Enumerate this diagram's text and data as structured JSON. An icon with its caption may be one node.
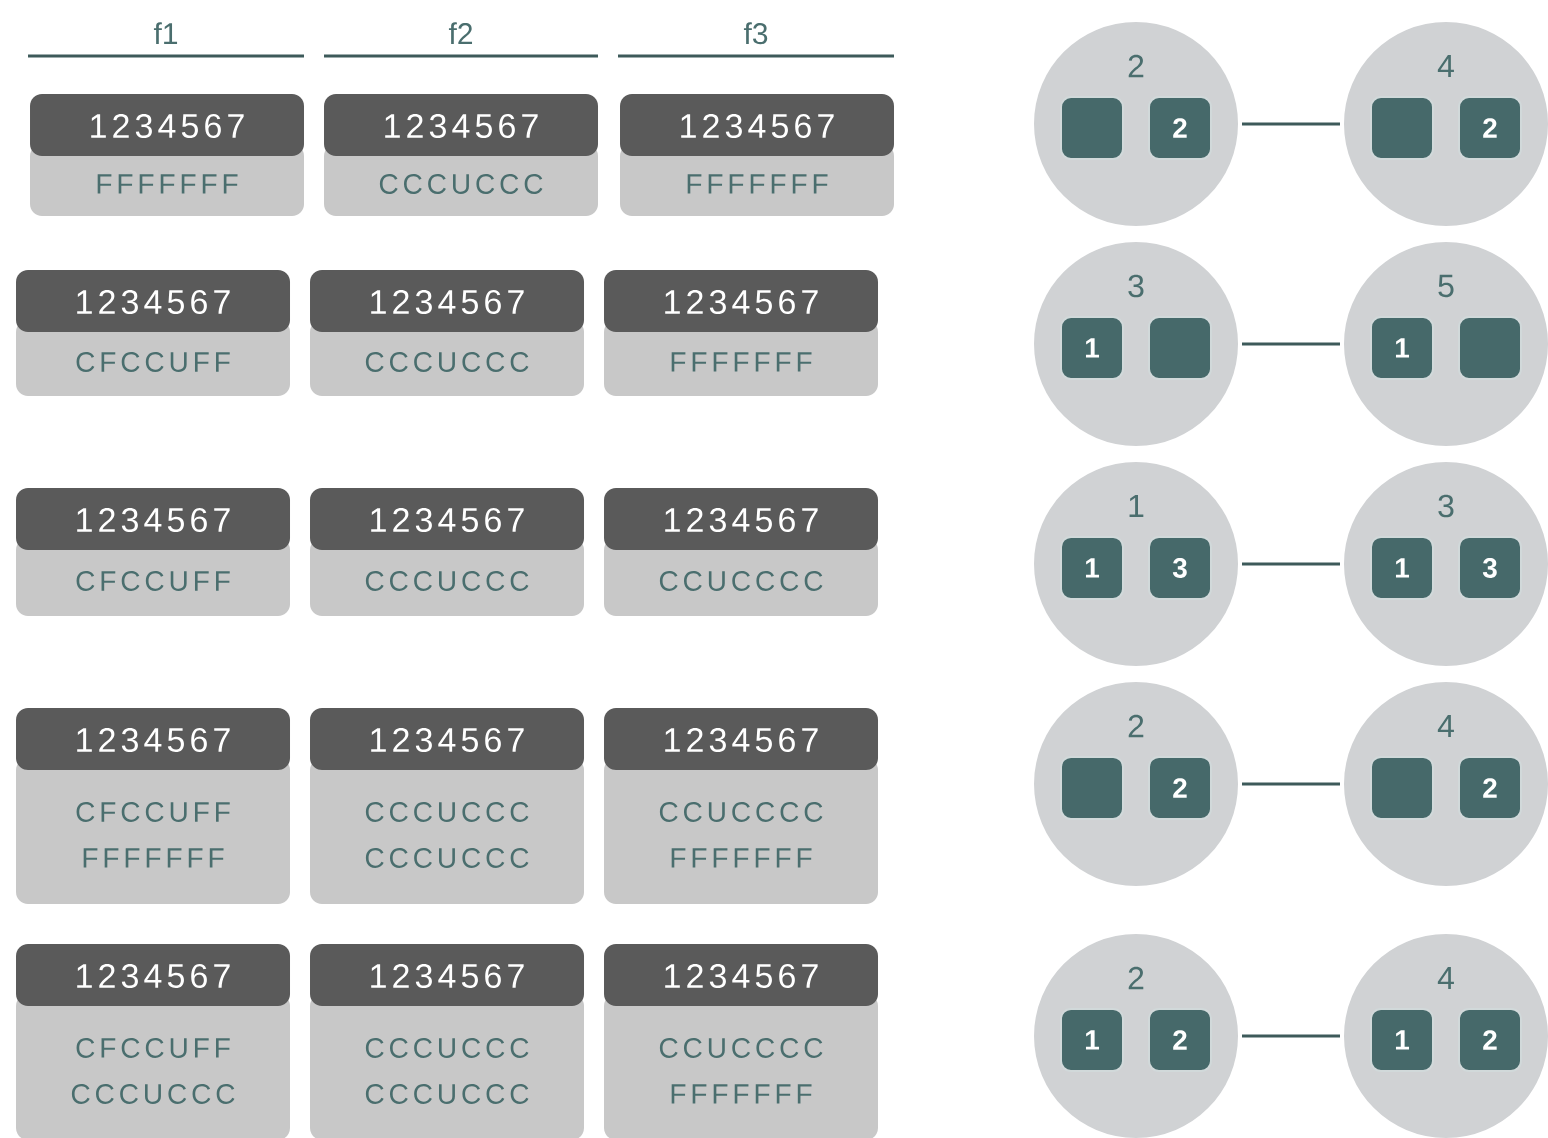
{
  "diagram": {
    "nodes": [
      {
        "text": [
          "1234567",
          "FFFFFFF"
        ]
      },
      {
        "text": [
          "1234567",
          "CCCUCCC"
        ]
      },
      {
        "text": [
          "1234567",
          "FFFFFFF"
        ]
      },
      {
        "text": [
          "1234567",
          "CFCCUFF"
        ]
      },
      {
        "text": [
          "1234567",
          "CCCUCCC"
        ]
      },
      {
        "text": [
          "1234567",
          "FFFFFFF"
        ]
      },
      {
        "text": [
          "1234567",
          "CFCCUFF"
        ]
      },
      {
        "text": [
          "1234567",
          "CCCUCCC"
        ]
      },
      {
        "text": [
          "1234567",
          "CCUCCCC"
        ]
      },
      {
        "text": [
          "1234567",
          "CFCCUFF",
          "FFFFFFF"
        ]
      },
      {
        "text": [
          "1234567",
          "CCCUCCC",
          "CCCUCCC"
        ]
      },
      {
        "text": [
          "1234567",
          "CCUCCCC",
          "FFFFFFF"
        ]
      },
      {
        "text": [
          "1234567",
          "CFCCUFF",
          "CCCUCCC"
        ]
      },
      {
        "text": [
          "1234567",
          "CCCUCCC",
          "CCCUCCC"
        ]
      },
      {
        "text": [
          "1234567",
          "CCUCCCC",
          "FFFFFFF"
        ]
      },
      {
        "text": [
          "2"
        ]
      },
      {
        "text": [],
        "shape": "box",
        "in": 15
      },
      {
        "text": [
          "2"
        ],
        "in": 15
      },
      {
        "text": [
          "4"
        ]
      },
      {
        "text": [],
        "shape": "box",
        "in": 18
      },
      {
        "text": [
          "2"
        ],
        "in": 18
      },
      {
        "text": [
          "3"
        ]
      },
      {
        "text": [
          "1"
        ],
        "in": 21
      },
      {
        "text": [],
        "shape": "box",
        "in": 21
      },
      {
        "text": [
          "5"
        ]
      },
      {
        "text": [
          "1"
        ],
        "in": 24
      },
      {
        "text": [],
        "shape": "box",
        "in": 24
      },
      {
        "text": [
          "1"
        ]
      },
      {
        "text": [
          "1"
        ],
        "in": 27
      },
      {
        "text": [
          "3"
        ],
        "in": 27
      },
      {
        "text": [
          "3"
        ]
      },
      {
        "text": [
          "1"
        ],
        "in": 30
      },
      {
        "text": [
          "3"
        ],
        "in": 30
      },
      {
        "text": [
          "2"
        ]
      },
      {
        "text": [],
        "shape": "box",
        "in": 33
      },
      {
        "text": [
          "2"
        ],
        "in": 33
      },
      {
        "text": [
          "4"
        ]
      },
      {
        "text": [],
        "shape": "box",
        "in": 36
      },
      {
        "text": [
          "2"
        ],
        "in": 36
      },
      {
        "text": [
          "2"
        ]
      },
      {
        "text": [
          "1"
        ],
        "in": 39
      },
      {
        "text": [
          "2"
        ],
        "in": 39
      },
      {
        "text": [
          "4"
        ]
      },
      {
        "text": [
          "1"
        ],
        "in": 42
      },
      {
        "text": [
          "2"
        ],
        "in": 42
      }
    ],
    "edges": [
      {
        "from": 15,
        "to": 18,
        "arrow": "none"
      },
      {
        "from": 21,
        "to": 24,
        "arrow": "none"
      },
      {
        "from": 27,
        "to": 30,
        "arrow": "none"
      },
      {
        "from": 33,
        "to": 36,
        "arrow": "none"
      },
      {
        "from": 39,
        "to": 42,
        "arrow": "none"
      }
    ],
    "labels": [
      "f1",
      "f2",
      "f3"
    ]
  }
}
